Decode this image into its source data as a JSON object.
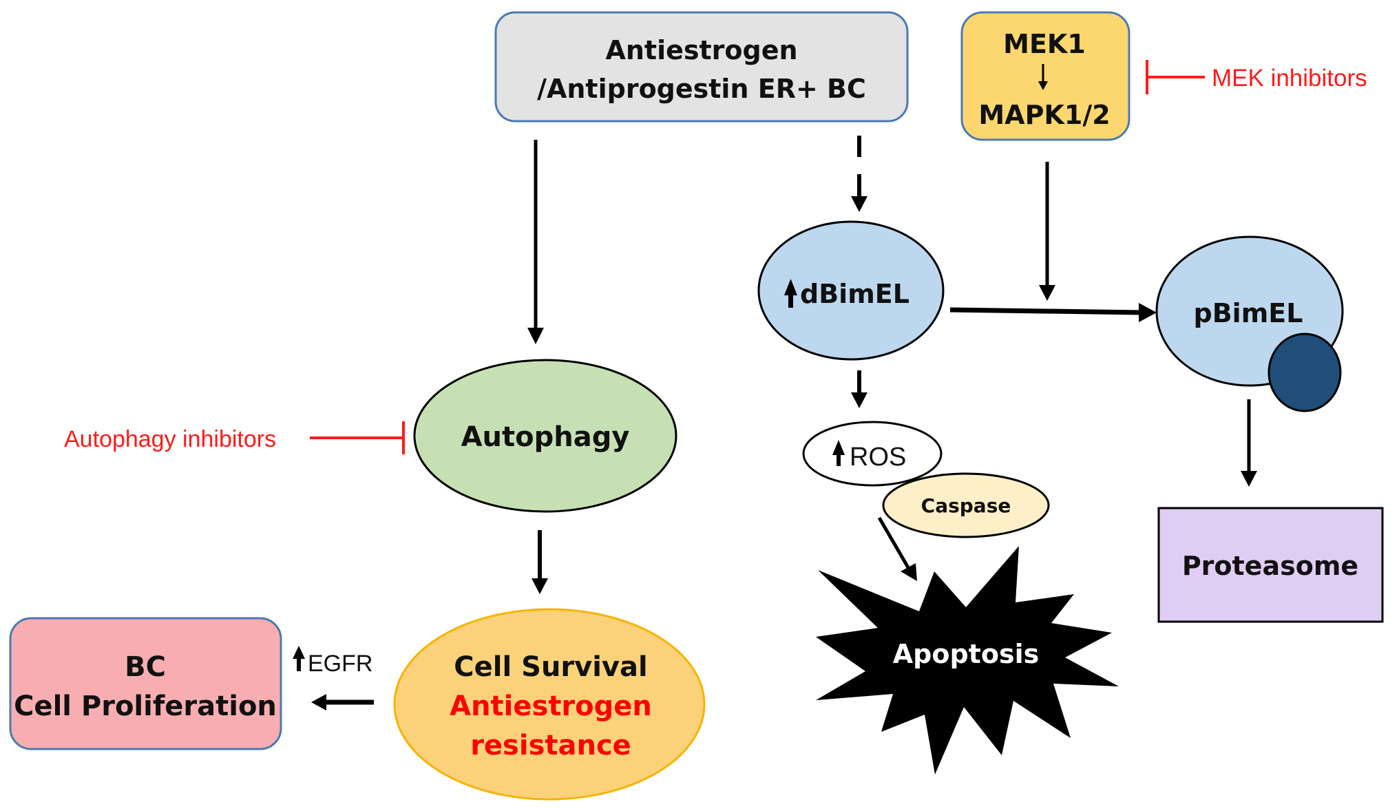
{
  "diagram": {
    "title": "Antiestrogen/Antiprogestin resistance pathway: autophagy, BimEL and MEK signaling",
    "colors": {
      "gray_box": "#e3e3e3",
      "box_border_blue": "#4a7ab0",
      "mek_box": "#fcd770",
      "autophagy_green": "#c6e0b4",
      "bim_blue": "#bdd7ee",
      "phospho_dark": "#1f4e79",
      "survival_orange": "#fbd27a",
      "survival_border": "#f4b400",
      "bc_pink": "#f8aeb1",
      "caspase_cream": "#fdefc8",
      "proteasome_lilac": "#e0cdf3",
      "inhibitor_red": "#ff1a1a",
      "resistance_red": "#ff0000",
      "apoptosis_black": "#000000"
    },
    "nodes": {
      "antiestrogen": {
        "line1": "Antiestrogen",
        "line2": "/Antiprogestin ER+ BC"
      },
      "mek": {
        "line1": "MEK1",
        "line2": "MAPK1/2"
      },
      "mek_inhibitors": "MEK inhibitors",
      "dbimel": {
        "up_arrow": "up-arrow",
        "label": "dBimEL"
      },
      "pbimel": "pBimEL",
      "autophagy": "Autophagy",
      "autophagy_inhibitors": "Autophagy inhibitors",
      "ros": {
        "up_arrow": "up-arrow",
        "label": "ROS"
      },
      "caspase": "Caspase",
      "apoptosis": "Apoptosis",
      "proteasome": "Proteasome",
      "cell_survival": {
        "line1": "Cell Survival",
        "line2": "Antiestrogen",
        "line3": "resistance"
      },
      "bc_proliferation": {
        "line1": "BC",
        "line2": "Cell Proliferation"
      },
      "egfr": {
        "up_arrow": "up-arrow",
        "label": "EGFR"
      }
    },
    "edges": [
      {
        "from": "antiestrogen",
        "to": "autophagy",
        "style": "solid"
      },
      {
        "from": "antiestrogen",
        "to": "dbimel",
        "style": "dashed"
      },
      {
        "from": "mek",
        "to": "pbimel",
        "style": "solid"
      },
      {
        "from": "dbimel",
        "to": "pbimel",
        "style": "solid"
      },
      {
        "from": "dbimel",
        "to": "ros",
        "style": "solid"
      },
      {
        "from": "caspase",
        "to": "apoptosis",
        "style": "solid"
      },
      {
        "from": "pbimel",
        "to": "proteasome",
        "style": "solid"
      },
      {
        "from": "autophagy",
        "to": "cell_survival",
        "style": "solid"
      },
      {
        "from": "cell_survival",
        "to": "bc_proliferation",
        "style": "solid",
        "label": "EGFR up"
      },
      {
        "from": "mek_inhibitors",
        "to": "mek",
        "style": "inhibition"
      },
      {
        "from": "autophagy_inhibitors",
        "to": "autophagy",
        "style": "inhibition"
      }
    ]
  }
}
